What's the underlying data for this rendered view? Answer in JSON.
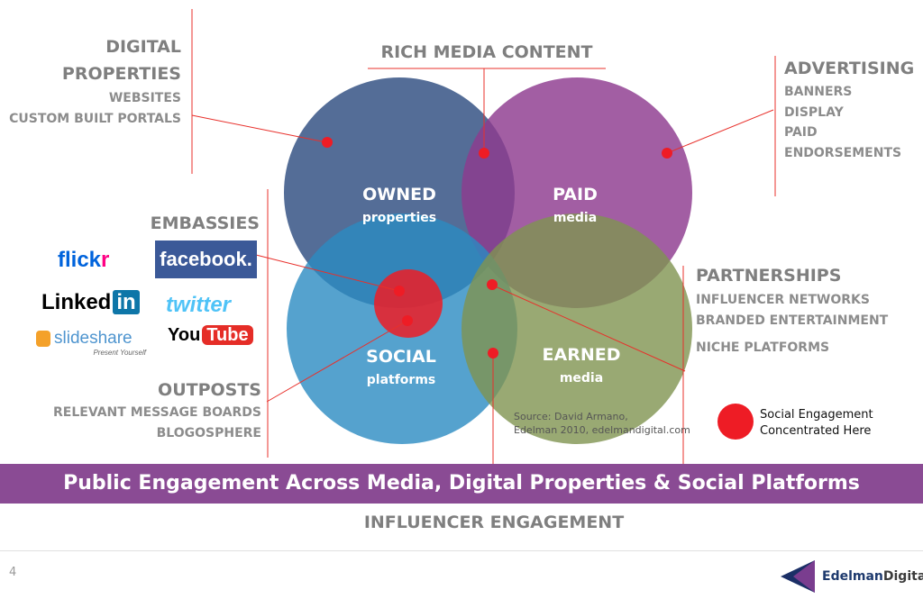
{
  "labels": {
    "digital_properties": {
      "heading_line1": "DIGITAL",
      "heading_line2": "PROPERTIES",
      "items": [
        "WEBSITES",
        "CUSTOM BUILT PORTALS"
      ]
    },
    "rich_media": {
      "heading": "RICH MEDIA CONTENT"
    },
    "advertising": {
      "heading": "ADVERTISING",
      "items": [
        "BANNERS",
        "DISPLAY",
        "PAID",
        "ENDORSEMENTS"
      ]
    },
    "embassies": {
      "heading": "EMBASSIES"
    },
    "partnerships": {
      "heading": "PARTNERSHIPS",
      "items": [
        "INFLUENCER NETWORKS",
        "BRANDED ENTERTAINMENT",
        "NICHE PLATFORMS"
      ]
    },
    "outposts": {
      "heading": "OUTPOSTS",
      "items": [
        "RELEVANT MESSAGE BOARDS",
        "BLOGOSPHERE"
      ]
    },
    "influencer": {
      "heading": "INFLUENCER ENGAGEMENT"
    }
  },
  "circles": {
    "owned": {
      "title": "OWNED",
      "sub": "properties",
      "color": "#3c5a8c"
    },
    "paid": {
      "title": "PAID",
      "sub": "media",
      "color": "#8d3a8f"
    },
    "social": {
      "title": "SOCIAL",
      "sub": "platforms",
      "color": "#3b93c4"
    },
    "earned": {
      "title": "EARNED",
      "sub": "media",
      "color": "#7f9450"
    }
  },
  "logos": {
    "flickr_a": "flick",
    "flickr_b": "r",
    "facebook": "facebook.",
    "linkedin_a": "Linked",
    "linkedin_b": "in",
    "twitter": "twitter",
    "slideshare_name": "slideshare",
    "slideshare_tag": "Present Yourself",
    "youtube_a": "You",
    "youtube_b": "Tube"
  },
  "source": {
    "line1": "Source: David Armano,",
    "line2": "Edelman 2010, edelmandigital.com"
  },
  "legend": {
    "line1": "Social Engagement",
    "line2": "Concentrated Here",
    "color": "#ee1c25"
  },
  "banner": {
    "text": "Public Engagement Across Media, Digital Properties & Social Platforms",
    "color": "#8a4b94"
  },
  "footer": {
    "page": "4",
    "brand_a": "Edelman",
    "brand_b": "Digital"
  }
}
